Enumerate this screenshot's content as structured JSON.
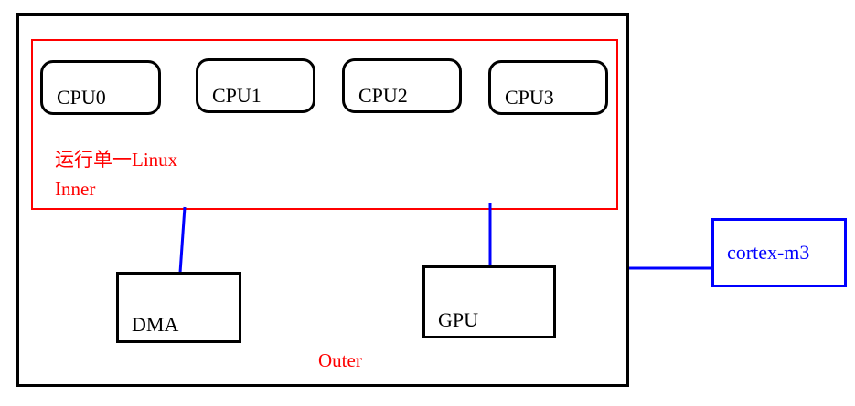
{
  "diagram": {
    "title_visible": false,
    "colors": {
      "outer_border": "#000000",
      "inner_border": "#ff0000",
      "annotation": "#ff0000",
      "external_block": "#0000ff",
      "connector": "#0000ff",
      "background": "#ffffff"
    },
    "outer_region": {
      "label": "Outer"
    },
    "inner_region": {
      "note_line1": "运行单一Linux",
      "note_line2": "Inner"
    },
    "cpus": [
      {
        "label": "CPU0"
      },
      {
        "label": "CPU1"
      },
      {
        "label": "CPU2"
      },
      {
        "label": "CPU3"
      }
    ],
    "peripherals": [
      {
        "label": "DMA"
      },
      {
        "label": "GPU"
      }
    ],
    "external": [
      {
        "label": "cortex-m3"
      }
    ],
    "connections": [
      {
        "from": "inner-region",
        "to": "DMA"
      },
      {
        "from": "inner-region",
        "to": "GPU"
      },
      {
        "from": "outer-region",
        "to": "cortex-m3"
      }
    ]
  }
}
